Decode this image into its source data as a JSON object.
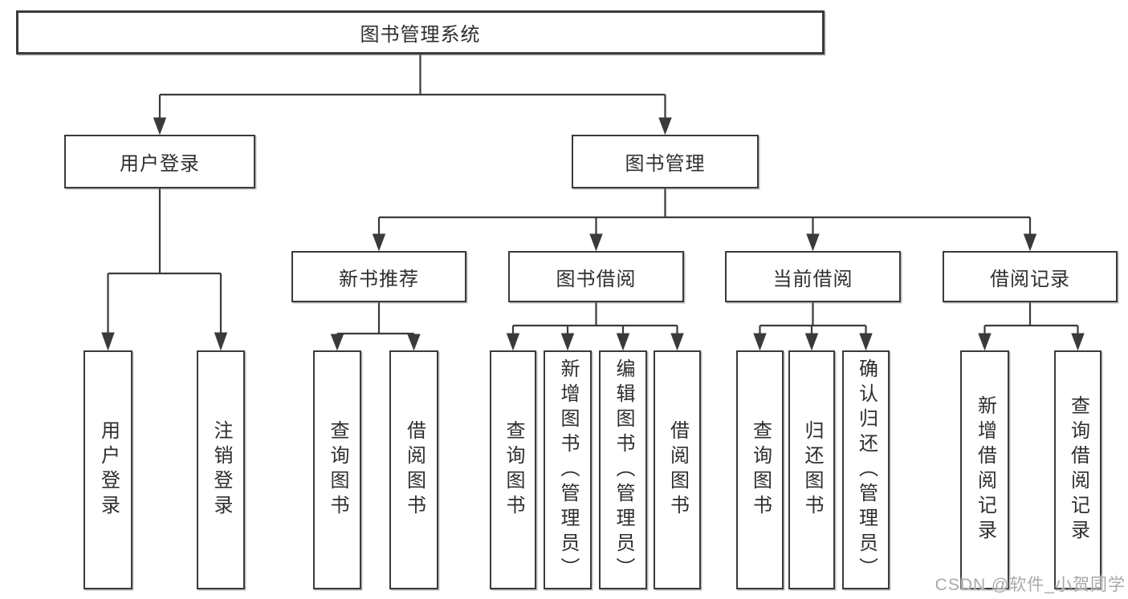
{
  "nodes": {
    "root": {
      "label": "图书管理系统"
    },
    "user_login": {
      "label": "用户登录"
    },
    "book_mgmt": {
      "label": "图书管理"
    },
    "new_book_rec": {
      "label": "新书推荐"
    },
    "book_borrow": {
      "label": "图书借阅"
    },
    "current_borrow": {
      "label": "当前借阅"
    },
    "borrow_records": {
      "label": "借阅记录"
    },
    "leaf_user_login": {
      "label": "用户登录"
    },
    "leaf_logout": {
      "label": "注销登录"
    },
    "leaf_nbr_query": {
      "label": "查询图书"
    },
    "leaf_nbr_borrow": {
      "label": "借阅图书"
    },
    "leaf_bb_query": {
      "label": "查询图书"
    },
    "leaf_bb_add": {
      "label": "新增图书（管理员）"
    },
    "leaf_bb_edit": {
      "label": "编辑图书（管理员）"
    },
    "leaf_bb_borrow": {
      "label": "借阅图书"
    },
    "leaf_cb_query": {
      "label": "查询图书"
    },
    "leaf_cb_return": {
      "label": "归还图书"
    },
    "leaf_cb_confirm": {
      "label": "确认归还（管理员）"
    },
    "leaf_br_add": {
      "label": "新增借阅记录"
    },
    "leaf_br_query": {
      "label": "查询借阅记录"
    }
  },
  "watermark": {
    "text": "CSDN @软件_小贺同学"
  },
  "colors": {
    "background": "#ffffff",
    "line": "#3a3a3a",
    "box_border": "#3a3a3a",
    "text": "#2e2e2e",
    "watermark": "#a9a9ab"
  }
}
